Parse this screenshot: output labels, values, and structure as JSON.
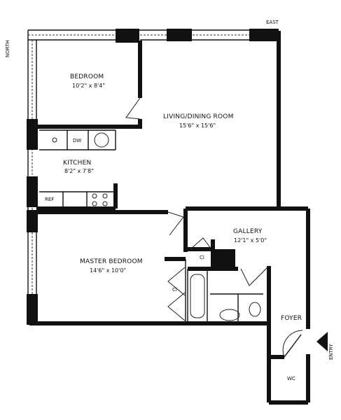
{
  "compass": {
    "north": "NORTH",
    "east": "EAST"
  },
  "rooms": {
    "bedroom": {
      "name": "BEDROOM",
      "size": "10'2\" x 8'4\""
    },
    "living_dining": {
      "name": "LIVING/DINING ROOM",
      "size": "15'6\" x 15'6\""
    },
    "kitchen": {
      "name": "KITCHEN",
      "size": "8'2\" x 7'8\""
    },
    "gallery": {
      "name": "GALLERY",
      "size": "12'1\" x 5'0\""
    },
    "master_bedroom": {
      "name": "MASTER BEDROOM",
      "size": "14'6\" x 10'0\""
    },
    "foyer": {
      "name": "FOYER"
    },
    "wc": {
      "name": "WC"
    }
  },
  "fixtures": {
    "dishwasher": "DW",
    "refrigerator": "REF",
    "closet_gallery": "Cl",
    "closet_master": "Cl"
  },
  "entry": "ENTRY"
}
